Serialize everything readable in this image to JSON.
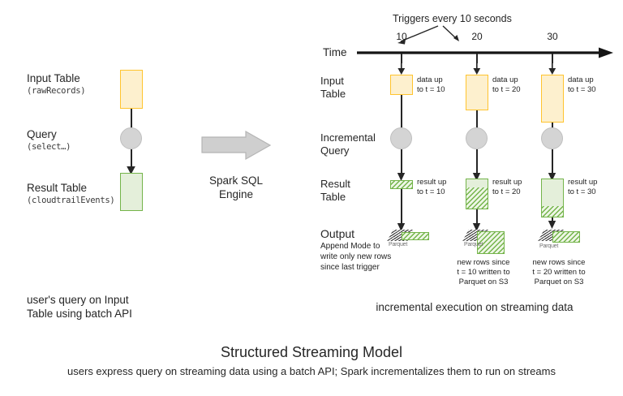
{
  "left_panel": {
    "input_table": {
      "label": "Input Table",
      "sub": "(rawRecords)"
    },
    "query": {
      "label": "Query",
      "sub": "(select…)"
    },
    "result_table": {
      "label": "Result Table",
      "sub": "(cloudtrailEvents)"
    },
    "caption_line1": "user's query on Input",
    "caption_line2": "Table using batch API"
  },
  "engine": {
    "label_line1": "Spark SQL",
    "label_line2": "Engine",
    "icon": "right-arrow-icon"
  },
  "right_panel": {
    "trigger_note": "Triggers every 10 seconds",
    "time_axis_label": "Time",
    "ticks": [
      "10",
      "20",
      "30"
    ],
    "rows": {
      "input_table_line1": "Input",
      "input_table_line2": "Table",
      "incremental_query_line1": "Incremental",
      "incremental_query_line2": "Query",
      "result_table_line1": "Result",
      "result_table_line2": "Table",
      "output_title": "Output",
      "output_desc_line1": "Append Mode to",
      "output_desc_line2": "write only new rows",
      "output_desc_line3": "since last trigger"
    },
    "columns": [
      {
        "input_note_line1": "data up",
        "input_note_line2": "to t = 10",
        "result_note_line1": "result up",
        "result_note_line2": "to t = 10",
        "parquet_label": "Parquet",
        "output_caption_line1": "",
        "output_caption_line2": "",
        "output_caption_line3": ""
      },
      {
        "input_note_line1": "data up",
        "input_note_line2": "to t = 20",
        "result_note_line1": "result up",
        "result_note_line2": "to t = 20",
        "parquet_label": "Parquet",
        "output_caption_line1": "new rows since",
        "output_caption_line2": "t = 10 written to",
        "output_caption_line3": "Parquet on S3"
      },
      {
        "input_note_line1": "data up",
        "input_note_line2": "to t = 30",
        "result_note_line1": "result up",
        "result_note_line2": "to t = 30",
        "parquet_label": "Parquet",
        "output_caption_line1": "new rows since",
        "output_caption_line2": "t = 20 written to",
        "output_caption_line3": "Parquet on S3"
      }
    ],
    "caption": "incremental execution on streaming data"
  },
  "footer": {
    "title": "Structured Streaming Model",
    "subtitle": "users express query on streaming data using a batch API; Spark incrementalizes them to run on streams"
  },
  "colors": {
    "yellow_fill": "#FDF0CE",
    "yellow_border": "#FFC42E",
    "green_fill": "#E4EFDA",
    "green_border": "#74B44A",
    "circle_fill": "#D4D4D4",
    "line": "#262626",
    "arrow_gray": "#C9C9C9"
  }
}
